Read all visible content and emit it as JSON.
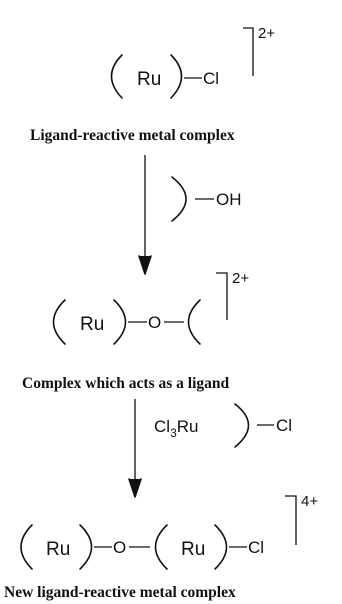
{
  "structures": {
    "top": {
      "ru": "Ru",
      "cl": "Cl",
      "charge": "2+"
    },
    "middle": {
      "ru": "Ru",
      "o": "O",
      "charge": "2+"
    },
    "bottom": {
      "ru1": "Ru",
      "o": "O",
      "ru2": "Ru",
      "cl": "Cl",
      "charge": "4+"
    }
  },
  "reagents": {
    "step1": {
      "group": "OH"
    },
    "step2": {
      "prefix": "Cl",
      "subscript": "3",
      "metal": "Ru",
      "cl": "Cl"
    }
  },
  "captions": {
    "top": "Ligand-reactive metal complex",
    "middle": "Complex which acts as a ligand",
    "bottom": "New ligand-reactive metal complex"
  }
}
